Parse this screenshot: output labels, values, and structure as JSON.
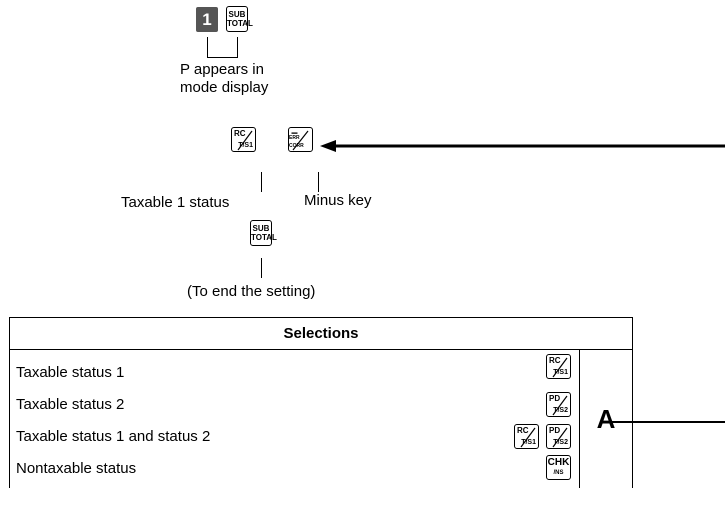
{
  "sequence": {
    "number_key": "1",
    "subtotal_key": {
      "top": "SUB",
      "bottom": "TOTAL"
    },
    "note_mode": [
      "P appears in",
      "mode display"
    ],
    "rc_key": {
      "top": "RC",
      "bottom": "T/S1"
    },
    "minus_key": {
      "top": "−",
      "bottom": "ERR CORR"
    },
    "taxable_label": "Taxable 1 status",
    "minus_label": "Minus key",
    "end_label": "(To end the setting)"
  },
  "table": {
    "header": "Selections",
    "marker": "A",
    "rows": [
      {
        "label": "Taxable status 1",
        "keys": [
          {
            "top": "RC",
            "bottom": "T/S1"
          }
        ]
      },
      {
        "label": "Taxable status 2",
        "keys": [
          {
            "top": "PD",
            "bottom": "T/S2"
          }
        ]
      },
      {
        "label": "Taxable status 1 and status 2",
        "keys": [
          {
            "top": "RC",
            "bottom": "T/S1"
          },
          {
            "top": "PD",
            "bottom": "T/S2"
          }
        ]
      },
      {
        "label": "Nontaxable status",
        "keys": [
          {
            "top": "CHK",
            "bottom": "/NS"
          }
        ]
      }
    ]
  }
}
